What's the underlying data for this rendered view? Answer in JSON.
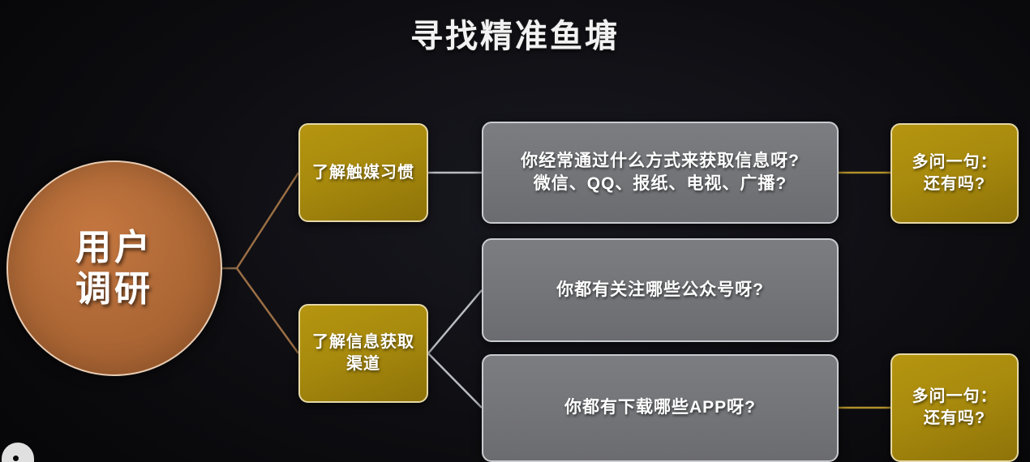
{
  "title": "寻找精准鱼塘",
  "center": {
    "name": "用户调研",
    "line1": "用户",
    "line2": "调研",
    "color": "#b26b38"
  },
  "branches": {
    "color": "#b59510",
    "items": [
      {
        "id": "media-habit",
        "label": "了解触媒习惯",
        "line1": "了解触媒习惯",
        "line2": ""
      },
      {
        "id": "info-channel",
        "label": "了解信息获取渠道",
        "line1": "了解信息获取",
        "line2": "渠道"
      }
    ]
  },
  "questions": {
    "color": "#74757 9",
    "items": [
      {
        "id": "q-how-get-info",
        "line1": "你经常通过什么方式来获取信息呀?",
        "line2": "微信、QQ、报纸、电视、广播?"
      },
      {
        "id": "q-public-accounts",
        "line1": "你都有关注哪些公众号呀?",
        "line2": ""
      },
      {
        "id": "q-apps",
        "line1": "你都有下载哪些APP呀?",
        "line2": ""
      }
    ]
  },
  "followups": {
    "color": "#a88a0d",
    "items": [
      {
        "id": "followup-1",
        "line1": "多问一句：",
        "line2": "还有吗?"
      },
      {
        "id": "followup-2",
        "line1": "多问一句：",
        "line2": "还有吗?"
      }
    ]
  }
}
